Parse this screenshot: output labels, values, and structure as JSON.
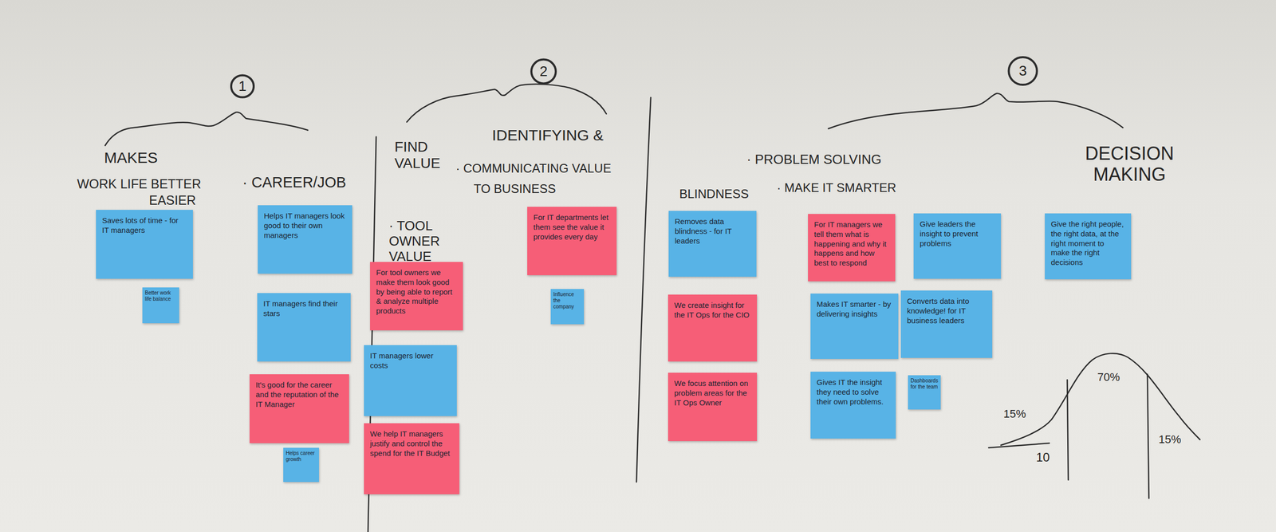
{
  "diagram": {
    "nodes": [
      {
        "text": [
          "1"
        ]
      },
      {
        "text": [
          "Saves lots of time - for IT managers"
        ]
      },
      {
        "text": [
          "Better work life balance"
        ]
      },
      {
        "text": [
          "Helps IT managers look good to their own managers"
        ]
      },
      {
        "text": [
          "IT managers find their stars"
        ]
      },
      {
        "text": [
          "It's good for the career and the reputation of the IT Manager"
        ]
      },
      {
        "text": [
          "Helps career growth"
        ]
      },
      {
        "text": [
          "2"
        ]
      },
      {
        "text": [
          "For tool owners we make them look good by being able to report & analyze multiple products"
        ]
      },
      {
        "text": [
          "IT managers lower costs"
        ]
      },
      {
        "text": [
          "We help IT managers justify and control the spend for the IT Budget"
        ]
      },
      {
        "text": [
          "For IT departments let them see the value it provides every day"
        ]
      },
      {
        "text": [
          "Influence the company"
        ]
      },
      {
        "text": [
          "3"
        ]
      },
      {
        "text": [
          "Removes data blindness - for IT leaders"
        ]
      },
      {
        "text": [
          "We create insight for the IT Ops for the CIO"
        ]
      },
      {
        "text": [
          "We focus attention on problem areas for the IT Ops Owner"
        ]
      },
      {
        "text": [
          "For IT managers we tell them what is happening and why it happens and how best to respond"
        ]
      },
      {
        "text": [
          "Give leaders the insight to prevent problems"
        ]
      },
      {
        "text": [
          "Makes IT smarter - by delivering insights"
        ]
      },
      {
        "text": [
          "Converts data into knowledge! for IT business leaders"
        ]
      },
      {
        "text": [
          "Gives IT the insight they need to solve their own problems."
        ]
      },
      {
        "text": [
          "Dashboards for the team"
        ]
      },
      {
        "text": [
          "Give the right people, the right data, at the right moment to make the right decisions"
        ]
      }
    ],
    "labels": [
      "MAKES",
      "WORK LIFE BETTER",
      "EASIER",
      "· CAREER/JOB",
      "FIND VALUE",
      "IDENTIFYING &",
      "· COMMUNICATING VALUE",
      "TO BUSINESS",
      "· TOOL OWNER VALUE",
      "· PROBLEM SOLVING",
      "BLINDNESS",
      "· MAKE IT SMARTER",
      "DECISION MAKING",
      "10",
      "15%",
      "70%",
      "15%"
    ]
  }
}
